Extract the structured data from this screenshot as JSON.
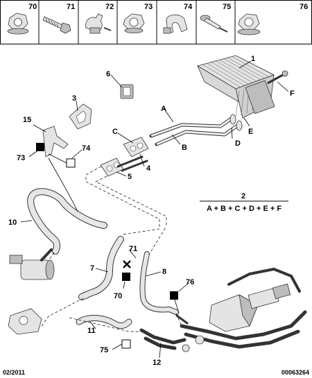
{
  "header_parts": [
    {
      "number": "70",
      "icon": "flange-nut-icon"
    },
    {
      "number": "71",
      "icon": "screw-icon"
    },
    {
      "number": "72",
      "icon": "hose-clip-icon"
    },
    {
      "number": "73",
      "icon": "nut-icon"
    },
    {
      "number": "74",
      "icon": "bracket-clip-icon"
    },
    {
      "number": "75",
      "icon": "rivet-icon"
    },
    {
      "number": "76",
      "icon": "flange-nut-icon"
    }
  ],
  "labels": {
    "l1": "1",
    "l2": "2",
    "l3": "3",
    "l4": "4",
    "l5": "5",
    "l6": "6",
    "l7": "7",
    "l8": "8",
    "l10": "10",
    "l11": "11",
    "l12": "12",
    "l15": "15",
    "l70": "70",
    "l71": "71",
    "l73": "73",
    "l74": "74",
    "l75": "75",
    "l76": "76",
    "A": "A",
    "B": "B",
    "C": "C",
    "D": "D",
    "E": "E",
    "F": "F"
  },
  "formula": "A + B + C + D + E + F",
  "footer": {
    "date": "02/2011",
    "ref": "00063264"
  }
}
